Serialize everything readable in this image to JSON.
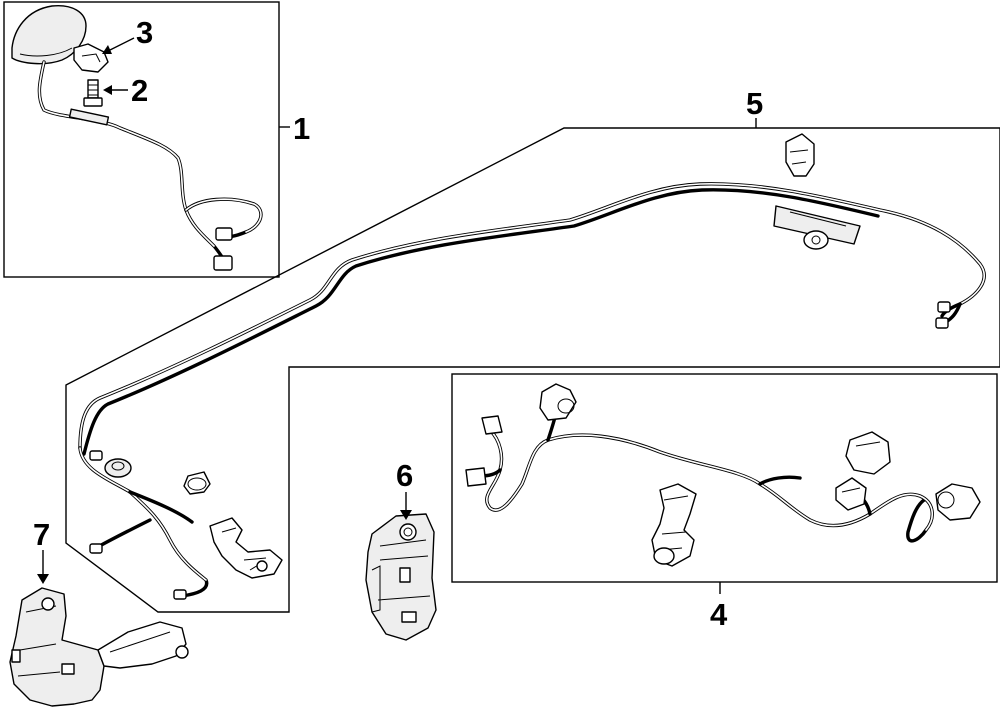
{
  "diagram": {
    "callouts": [
      {
        "id": "1",
        "label": "1"
      },
      {
        "id": "2",
        "label": "2"
      },
      {
        "id": "3",
        "label": "3"
      },
      {
        "id": "4",
        "label": "4"
      },
      {
        "id": "5",
        "label": "5"
      },
      {
        "id": "6",
        "label": "6"
      },
      {
        "id": "7",
        "label": "7"
      }
    ],
    "parts": [
      {
        "callout": "1",
        "icon": "antenna-assembly-icon"
      },
      {
        "callout": "2",
        "icon": "bolt-icon"
      },
      {
        "callout": "3",
        "icon": "clip-icon"
      },
      {
        "callout": "4",
        "icon": "harness-sensor-set-icon"
      },
      {
        "callout": "5",
        "icon": "roof-wire-harness-icon"
      },
      {
        "callout": "6",
        "icon": "control-module-bracket-icon"
      },
      {
        "callout": "7",
        "icon": "mounting-bracket-icon"
      }
    ],
    "colors": {
      "line": "#000000",
      "background": "#ffffff"
    }
  }
}
